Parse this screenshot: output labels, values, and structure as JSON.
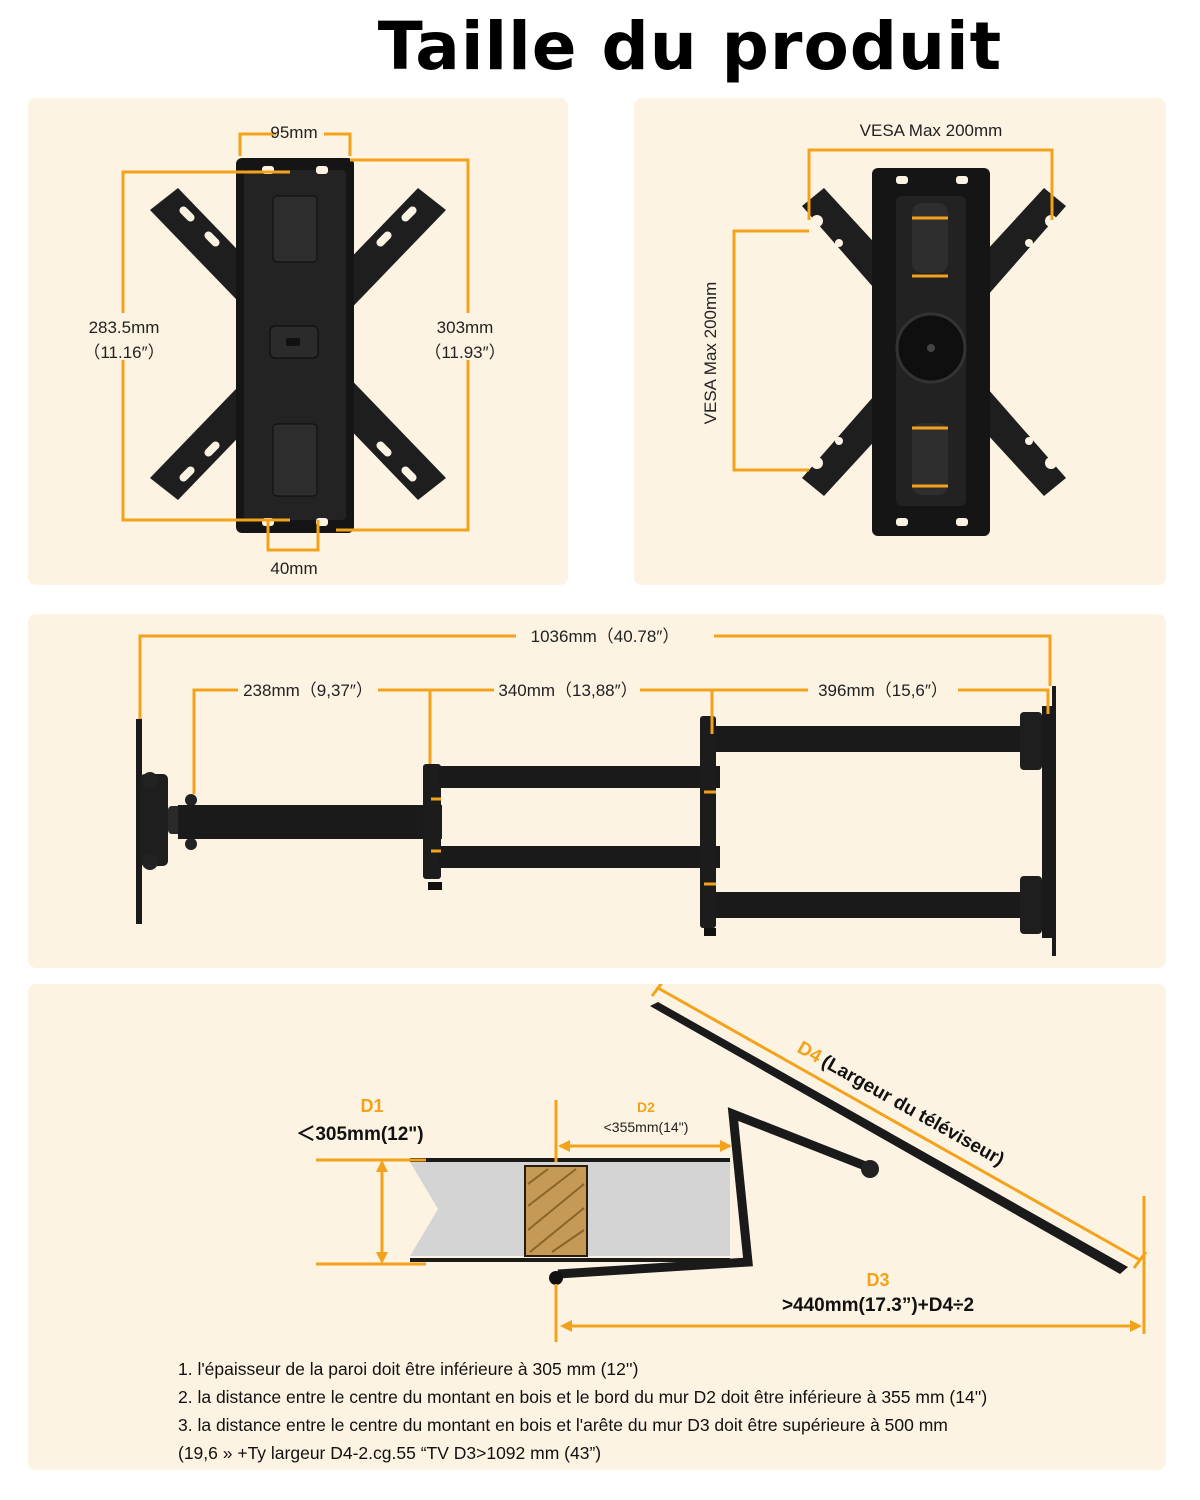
{
  "title": "Taille du produit",
  "colors": {
    "accent": "#f2a31b",
    "panel": "#fdf3e3",
    "mount": "#1a1a1a"
  },
  "panel1": {
    "top_width": "95mm",
    "bottom_width": "40mm",
    "left_height_mm": "283.5mm",
    "left_height_in": "（11.16″）",
    "right_height_mm": "303mm",
    "right_height_in": "（11.93″）"
  },
  "panel2": {
    "vesa_h": "VESA Max 200mm",
    "vesa_v": "VESA Max 200mm"
  },
  "panel3": {
    "total": "1036mm（40.78″）",
    "seg1": "238mm（9,37″）",
    "seg2": "340mm（13,88″）",
    "seg3": "396mm（15,6″）"
  },
  "panel4": {
    "d1_label": "D1",
    "d1_value": "＜305mm(12\")",
    "d2_label": "D2",
    "d2_value": "<355mm(14\")",
    "d3_label": "D3",
    "d3_value": ">440mm(17.3”)+D4÷2",
    "d4_label": "D4",
    "d4_text": "(Largeur du téléviseur)"
  },
  "notes": [
    "1. l'épaisseur de la paroi doit être inférieure à 305 mm (12'')",
    "2. la distance entre le centre du montant en bois et le bord du mur D2 doit être inférieure à 355 mm (14'')",
    "3. la distance entre le centre du montant en bois et l'arête du mur D3 doit être supérieure à 500 mm",
    "(19,6 » +Ty largeur D4-2.cg.55 “TV D3>1092 mm (43”)"
  ]
}
